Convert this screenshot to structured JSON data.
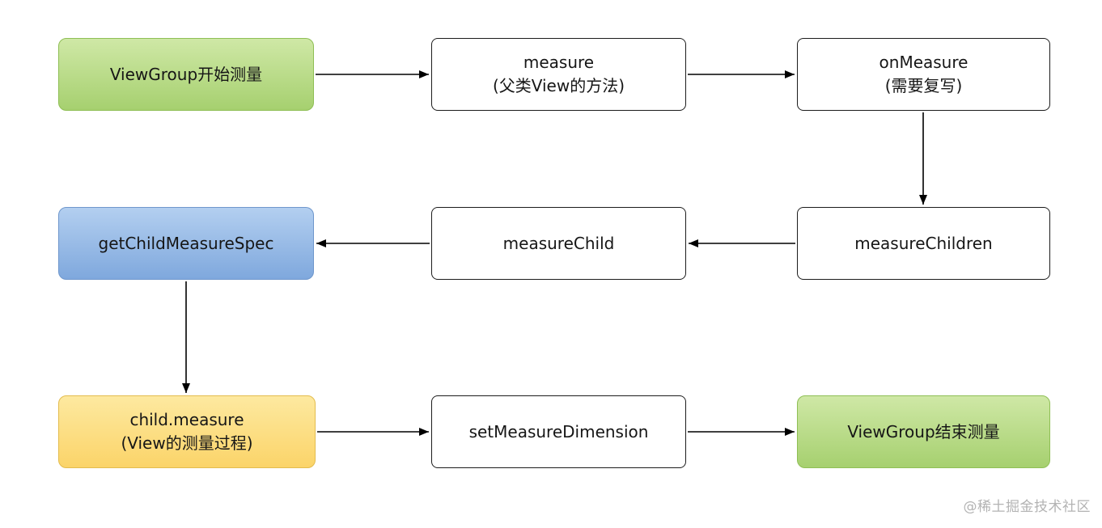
{
  "nodes": {
    "start": {
      "line1": "ViewGroup开始测量"
    },
    "measure": {
      "line1": "measure",
      "line2": "(父类View的方法)"
    },
    "onMeasure": {
      "line1": "onMeasure",
      "line2": "(需要复写)"
    },
    "getChildMeasureSpec": {
      "line1": "getChildMeasureSpec"
    },
    "measureChild": {
      "line1": "measureChild"
    },
    "measureChildren": {
      "line1": "measureChildren"
    },
    "childMeasure": {
      "line1": "child.measure",
      "line2": "(View的测量过程)"
    },
    "setMeasureDimension": {
      "line1": "setMeasureDimension"
    },
    "end": {
      "line1": "ViewGroup结束测量"
    }
  },
  "watermark": "@稀土掘金技术社区",
  "colors": {
    "green_top": "#cfe8a6",
    "green_bottom": "#a6d06f",
    "green_border": "#8fbf55",
    "blue_top": "#b3cff0",
    "blue_bottom": "#7fa8dd",
    "blue_border": "#6f97cc",
    "yellow_top": "#fde9a0",
    "yellow_bottom": "#fbd469",
    "yellow_border": "#e3bc4e",
    "box_border": "#1c1c1c",
    "arrow": "#000000",
    "watermark": "#b3b3b3"
  }
}
